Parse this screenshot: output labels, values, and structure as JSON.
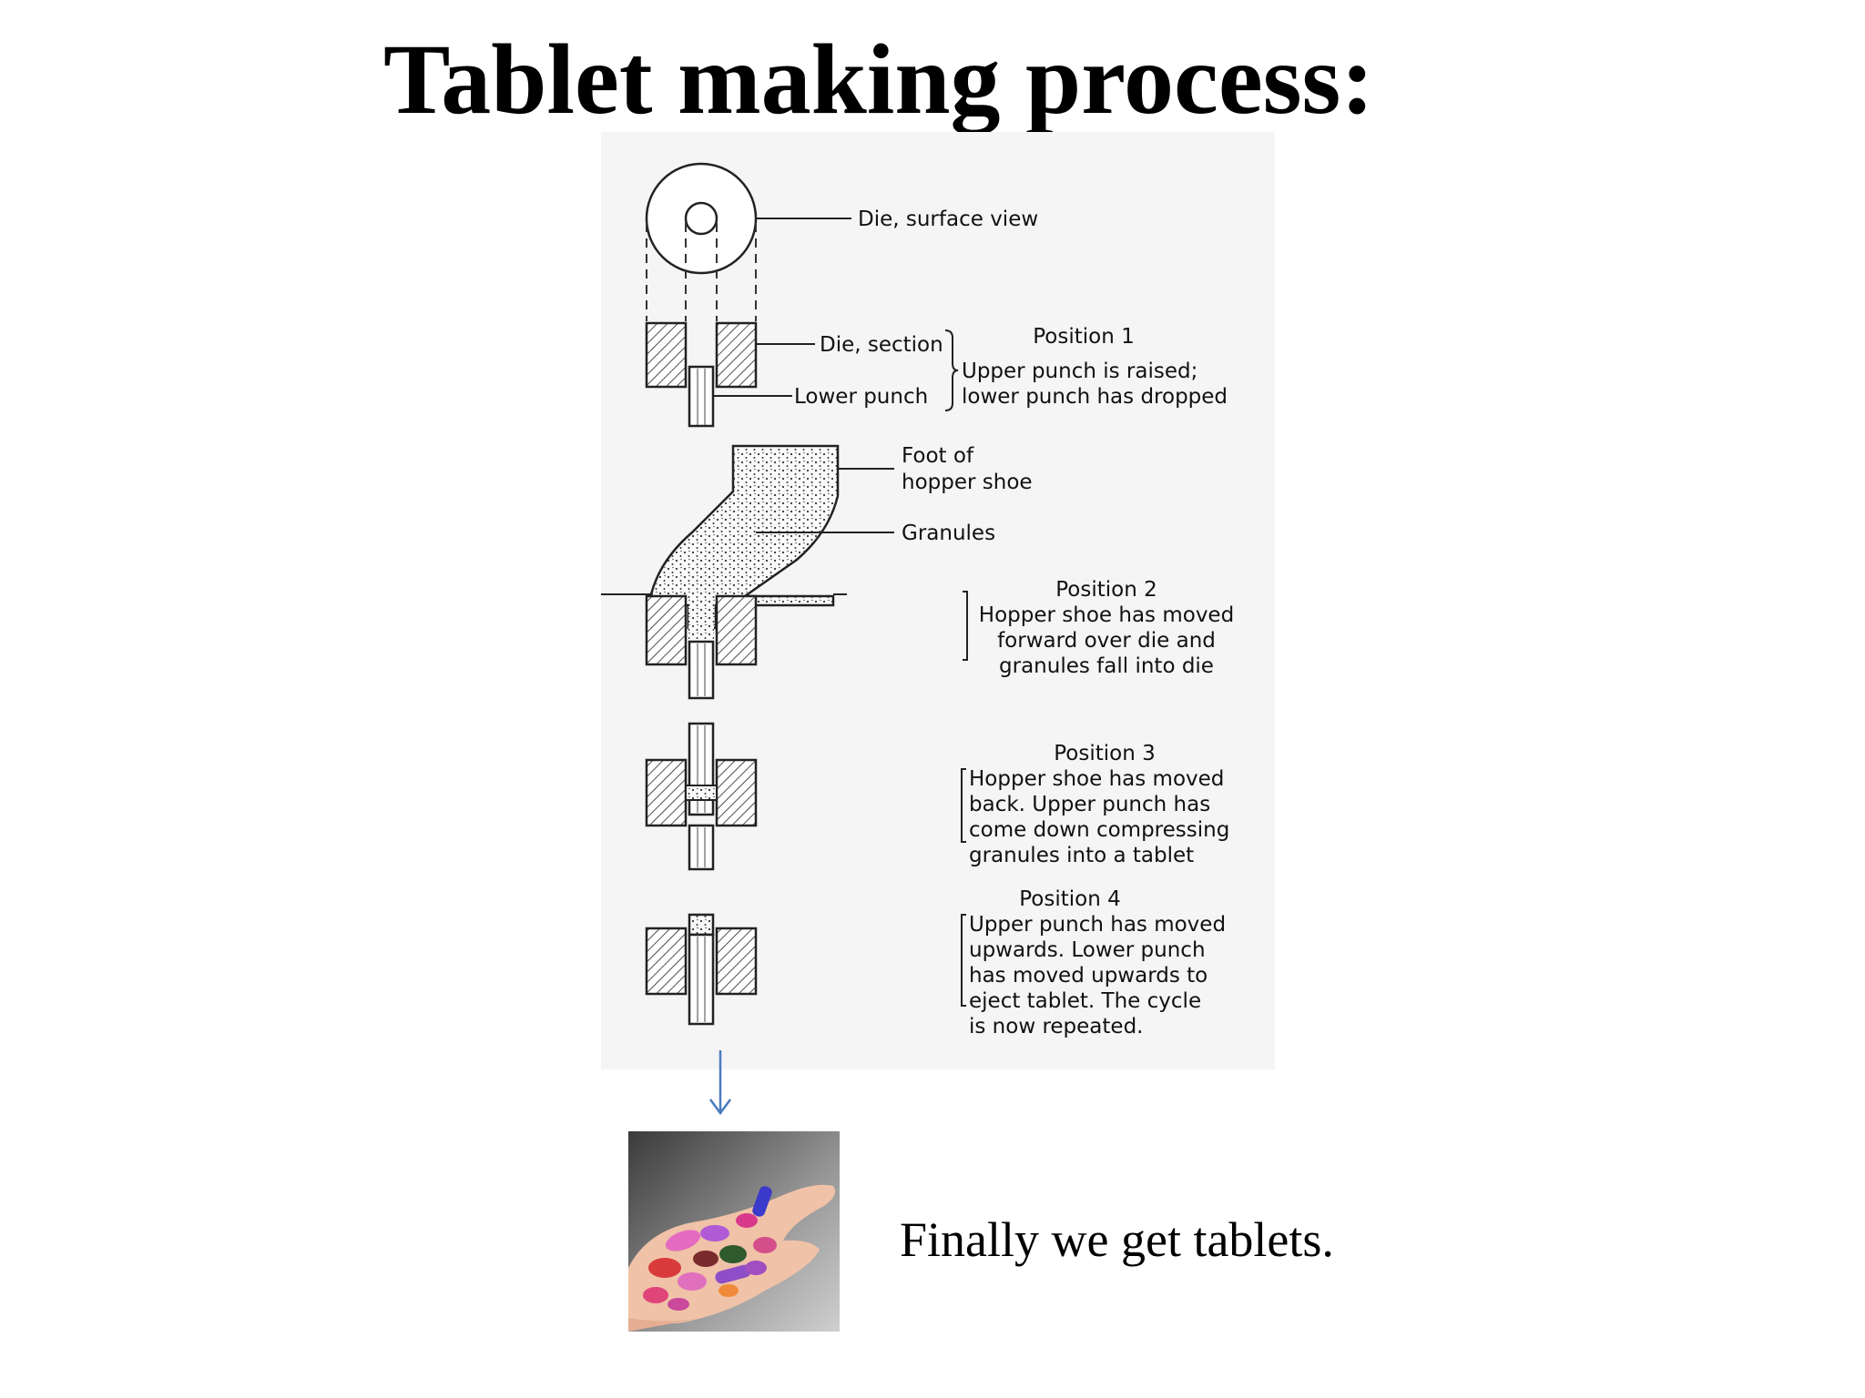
{
  "title": "Tablet making process:",
  "diagram": {
    "die_surface_view": "Die, surface view",
    "die_section": "Die, section",
    "lower_punch": "Lower punch",
    "foot_of_hopper_shoe": [
      "Foot of",
      "hopper shoe"
    ],
    "granules": "Granules",
    "positions": [
      {
        "heading": "Position 1",
        "lines": [
          "Upper punch is raised;",
          "lower punch has dropped"
        ]
      },
      {
        "heading": "Position 2",
        "lines": [
          "Hopper shoe has moved",
          "forward over die and",
          "granules fall into die"
        ]
      },
      {
        "heading": "Position 3",
        "lines": [
          "Hopper shoe has moved",
          "back. Upper punch has",
          "come down compressing",
          "granules into a tablet"
        ]
      },
      {
        "heading": "Position 4",
        "lines": [
          "Upper punch has moved",
          "upwards. Lower punch",
          "has moved upwards to",
          "eject tablet. The cycle",
          "is now repeated."
        ]
      }
    ]
  },
  "caption": "Finally we get tablets.",
  "colors": {
    "arrow": "#4a7bbf",
    "diagram_bg": "#f5f5f5"
  }
}
